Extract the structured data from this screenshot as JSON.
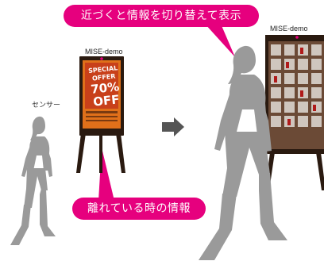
{
  "callouts": {
    "near": "近づくと情報を切り替えて表示",
    "far": "離れている時の情報"
  },
  "labels": {
    "sensor": "センサー",
    "device_left": "MISE-demo",
    "device_right": "MISE-demo"
  },
  "poster": {
    "line1": "SPECIAL",
    "line2": "OFFER",
    "line3": "70%",
    "line4": "OFF"
  },
  "colors": {
    "accent": "#e6007e",
    "silhouette": "#9a9a9a",
    "stand": "#2a1a10",
    "poster_bg": "#e0701a",
    "poster_text": "#ffffff",
    "arrow": "#555555"
  },
  "icons": {
    "transition": "arrow-right-icon",
    "sensor": "sensor-dot-icon"
  }
}
